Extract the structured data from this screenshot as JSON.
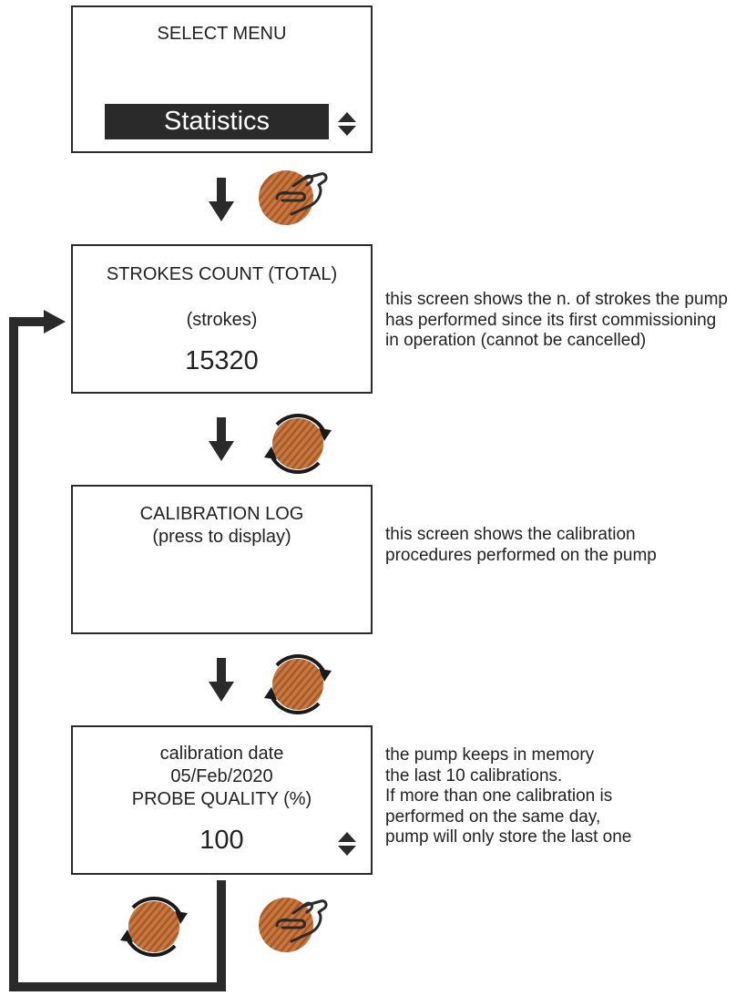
{
  "screens": {
    "select_menu": {
      "title": "SELECT MENU",
      "selected": "Statistics"
    },
    "strokes": {
      "title": "STROKES COUNT (TOTAL)",
      "unit": "(strokes)",
      "value": "15320"
    },
    "calibration_log": {
      "title": "CALIBRATION LOG",
      "hint": "(press to display)"
    },
    "calibration_entry": {
      "label": "calibration date",
      "date": "05/Feb/2020",
      "quality_label": "PROBE QUALITY (%)",
      "quality_value": "100"
    }
  },
  "notes": {
    "strokes": [
      "this screen shows the n. of strokes the pump",
      "has performed since its first commissioning",
      "in operation (cannot be cancelled)"
    ],
    "calibration_log": [
      "this screen shows the calibration",
      "procedures performed on the pump"
    ],
    "calibration_entry": [
      "the pump keeps in memory",
      "the last 10 calibrations.",
      "If more than one calibration is",
      "performed on the same day,",
      "pump will only store the last one"
    ]
  },
  "icons": {
    "knob_color": "#c8773f",
    "knob_press": "knob-press-icon",
    "knob_rotate": "knob-rotate-icon",
    "updown": "up-down-arrows-icon",
    "down_arrow": "down-arrow-icon"
  }
}
